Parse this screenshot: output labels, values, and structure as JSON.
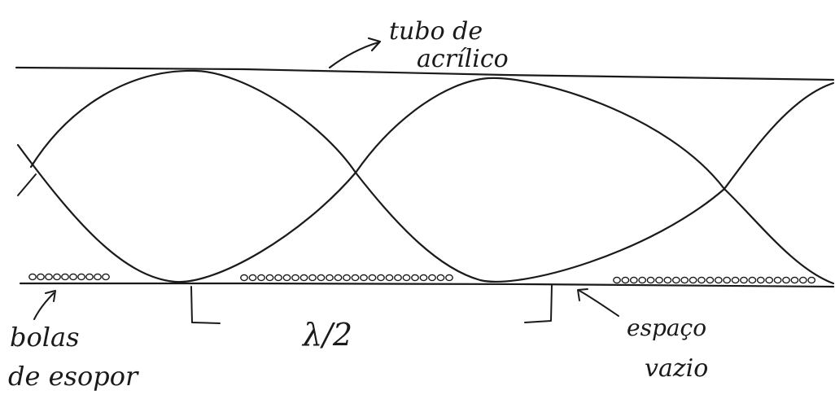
{
  "labels": {
    "tube_line1": "tubo de",
    "tube_line2": "acrílico",
    "balls_line1": "bolas",
    "balls_line2": "de esopor",
    "half_wavelength": "λ/2",
    "empty_line1": "espaço",
    "empty_line2": "vazio"
  },
  "colors": {
    "ink": "#1a1a1a",
    "paper": "#ffffff"
  }
}
